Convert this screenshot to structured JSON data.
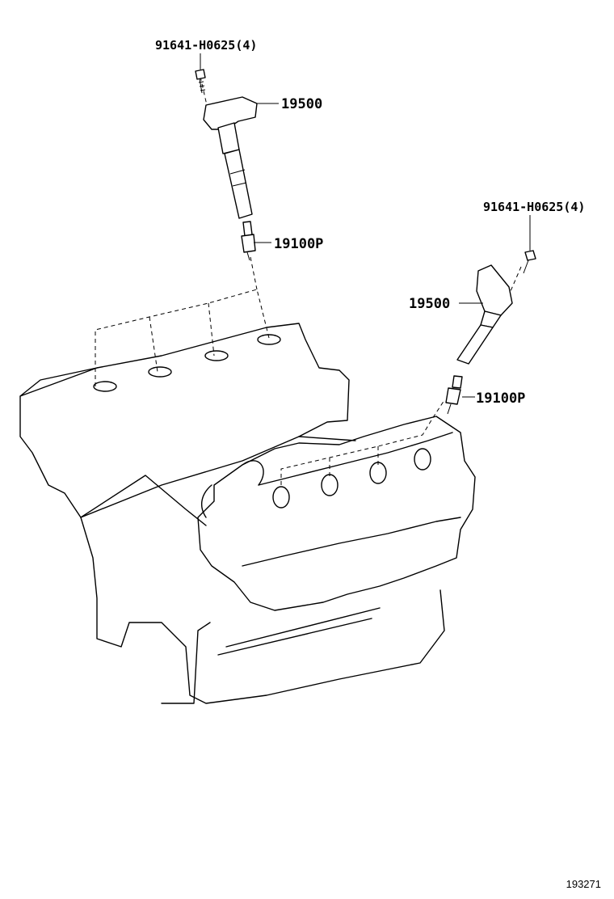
{
  "callouts": {
    "bolt_upper": "91641-H0625(4)",
    "coil_upper": "19500",
    "plug_upper": "19100P",
    "bolt_lower": "91641-H0625(4)",
    "coil_lower": "19500",
    "plug_lower": "19100P"
  },
  "figure_number": "193271"
}
